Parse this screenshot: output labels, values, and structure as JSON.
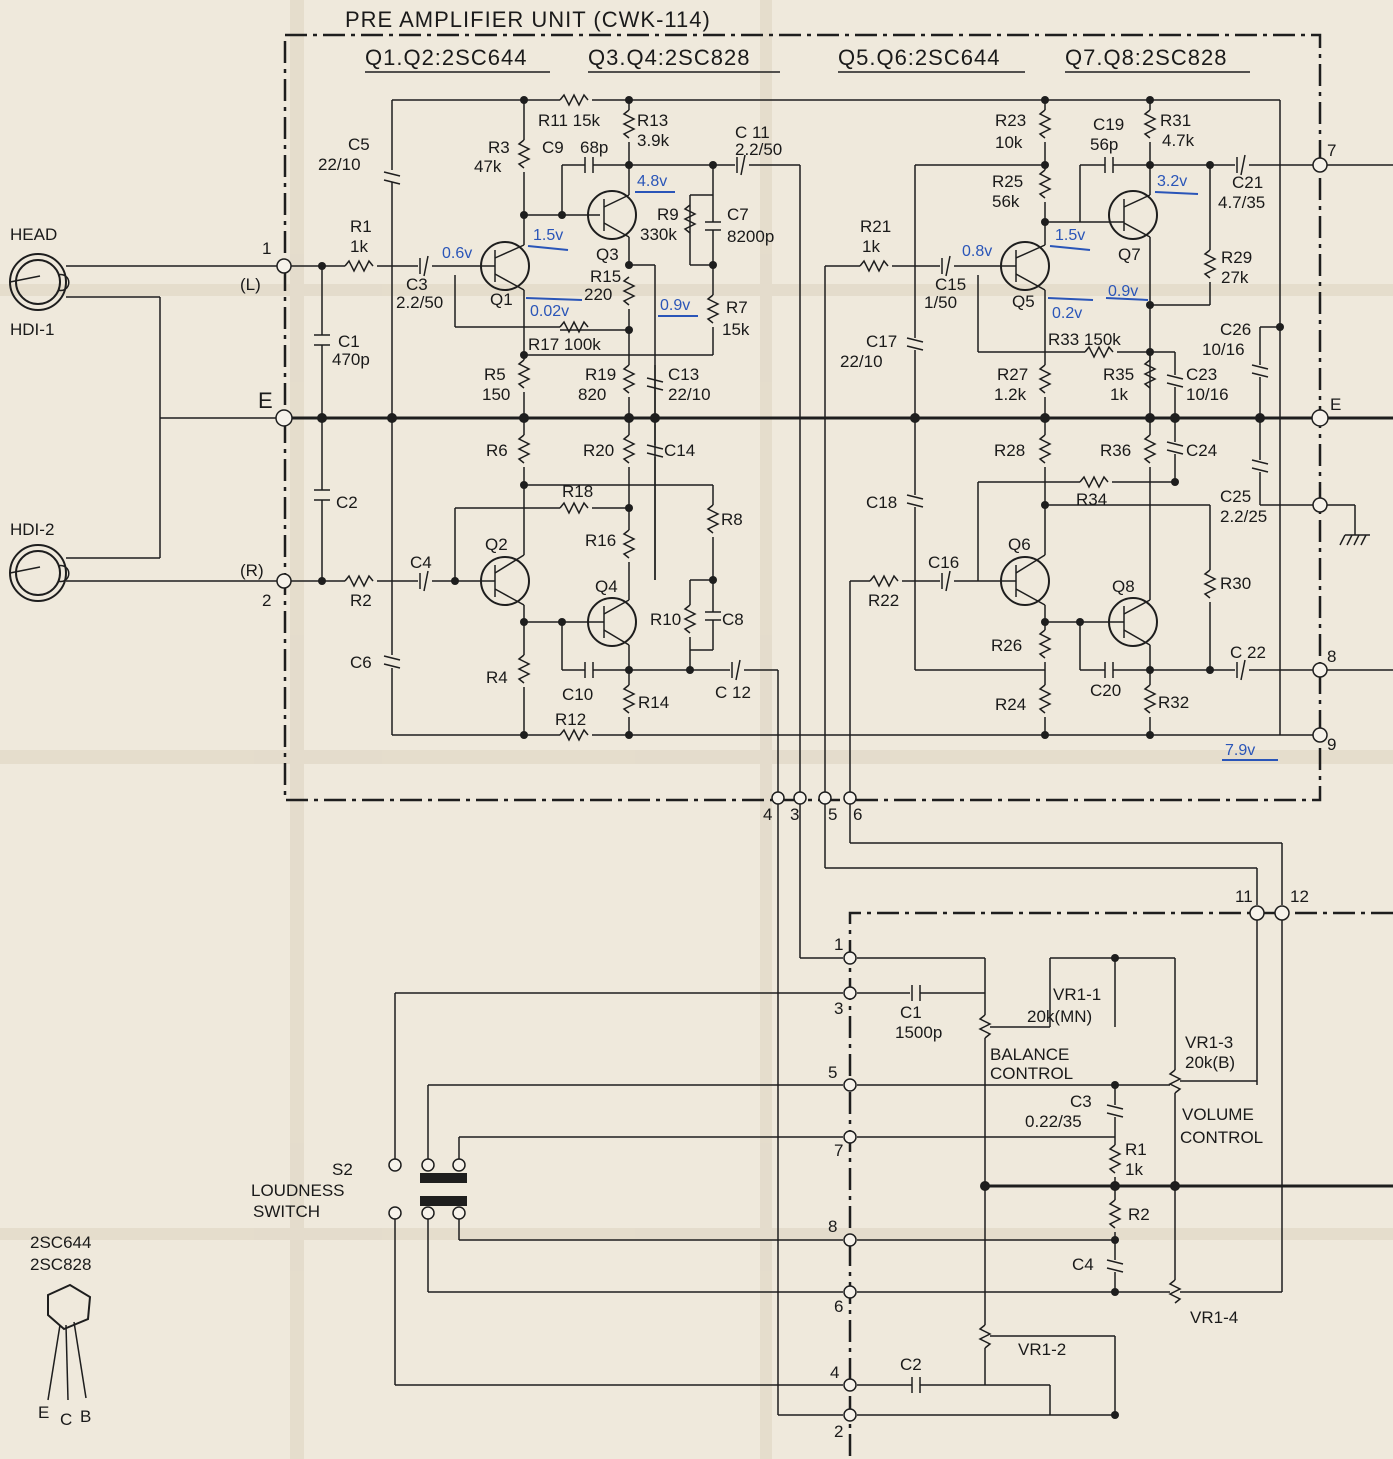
{
  "header": {
    "unit_title": "PRE AMPLIFIER UNIT (CWK-114)",
    "q12": "Q1.Q2:2SC644",
    "q34": "Q3.Q4:2SC828",
    "q56": "Q5.Q6:2SC644",
    "q78": "Q7.Q8:2SC828"
  },
  "heads": {
    "head": "HEAD",
    "hd1": "HDI-1",
    "hd2": "HDI-2"
  },
  "terminals": {
    "t1": "1",
    "tL": "(L)",
    "tE": "E",
    "tR": "(R)",
    "t2": "2",
    "t7": "7",
    "tE2": "E",
    "t8": "8",
    "t9": "9",
    "t4": "4",
    "t3": "3",
    "t5": "5",
    "t6": "6",
    "t11": "11",
    "t12": "12"
  },
  "components": {
    "r11": "R11 15k",
    "r13a": "R13",
    "r13b": "3.9k",
    "c11a": "C 11",
    "c11b": "2.2/50",
    "c5a": "C5",
    "c5b": "22/10",
    "r3a": "R3",
    "r3b": "47k",
    "c9a": "C9",
    "c9b": "68p",
    "r9a": "R9",
    "r9b": "330k",
    "c7a": "C7",
    "c7b": "8200p",
    "r1a": "R1",
    "r1b": "1k",
    "q1": "Q1",
    "q3": "Q3",
    "c3a": "C3",
    "c3b": "2.2/50",
    "r15a": "R15",
    "r15b": "220",
    "r7a": "R7",
    "r7b": "15k",
    "c1a": "C1",
    "c1b": "470p",
    "r17": "R17 100k",
    "r5a": "R5",
    "r5b": "150",
    "r19a": "R19",
    "r19b": "820",
    "c13a": "C13",
    "c13b": "22/10",
    "r6": "R6",
    "r20": "R20",
    "c14": "C14",
    "c2": "C2",
    "r18": "R18",
    "r8": "R8",
    "r16": "R16",
    "q2": "Q2",
    "q4": "Q4",
    "c4": "C4",
    "r2": "R2",
    "r10": "R10",
    "c8": "C8",
    "c6": "C6",
    "r4": "R4",
    "c10": "C10",
    "r14": "R14",
    "c12": "C 12",
    "r12": "R12",
    "r23a": "R23",
    "r23b": "10k",
    "c19a": "C19",
    "c19b": "56p",
    "r31a": "R31",
    "r31b": "4.7k",
    "r25a": "R25",
    "r25b": "56k",
    "c21a": "C21",
    "c21b": "4.7/35",
    "r21a": "R21",
    "r21b": "1k",
    "c15a": "C15",
    "c15b": "1/50",
    "q5": "Q5",
    "q7": "Q7",
    "r29a": "R29",
    "r29b": "27k",
    "c17a": "C17",
    "c17b": "22/10",
    "r33": "R33 150k",
    "c26a": "C26",
    "c26b": "10/16",
    "r27a": "R27",
    "r27b": "1.2k",
    "r35a": "R35",
    "r35b": "1k",
    "c23a": "C23",
    "c23b": "10/16",
    "r28": "R28",
    "r36": "R36",
    "c24": "C24",
    "r34": "R34",
    "c18": "C18",
    "c25a": "C25",
    "c25b": "2.2/25",
    "q6": "Q6",
    "q8": "Q8",
    "c16": "C16",
    "r22": "R22",
    "r30": "R30",
    "r26": "R26",
    "c22": "C 22",
    "c20": "C20",
    "r24": "R24",
    "r32": "R32"
  },
  "voltages": {
    "v06": "0.6v",
    "v15a": "1.5v",
    "v48": "4.8v",
    "v002": "0.02v",
    "v09a": "0.9v",
    "v08": "0.8v",
    "v15b": "1.5v",
    "v32": "3.2v",
    "v09b": "0.9v",
    "v02": "0.2v",
    "v79": "7.9v"
  },
  "lower": {
    "n1": "1",
    "n3": "3",
    "n5": "5",
    "n7": "7",
    "n8": "8",
    "n6": "6",
    "n4": "4",
    "n2": "2",
    "c1a": "C1",
    "c1b": "1500p",
    "vr11a": "VR1-1",
    "vr11b": "20k(MN)",
    "bal1": "BALANCE",
    "bal2": "CONTROL",
    "vr13a": "VR1-3",
    "vr13b": "20k(B)",
    "c3a": "C3",
    "c3b": "0.22/35",
    "vol1": "VOLUME",
    "vol2": "CONTROL",
    "r1a": "R1",
    "r1b": "1k",
    "r2": "R2",
    "c4": "C4",
    "vr14": "VR1-4",
    "vr12": "VR1-2",
    "c2": "C2",
    "s2": "S2",
    "ls1": "LOUDNESS",
    "ls2": "SWITCH"
  },
  "legend": {
    "p1": "2SC644",
    "p2": "2SC828",
    "e": "E",
    "c": "C",
    "b": "B"
  }
}
